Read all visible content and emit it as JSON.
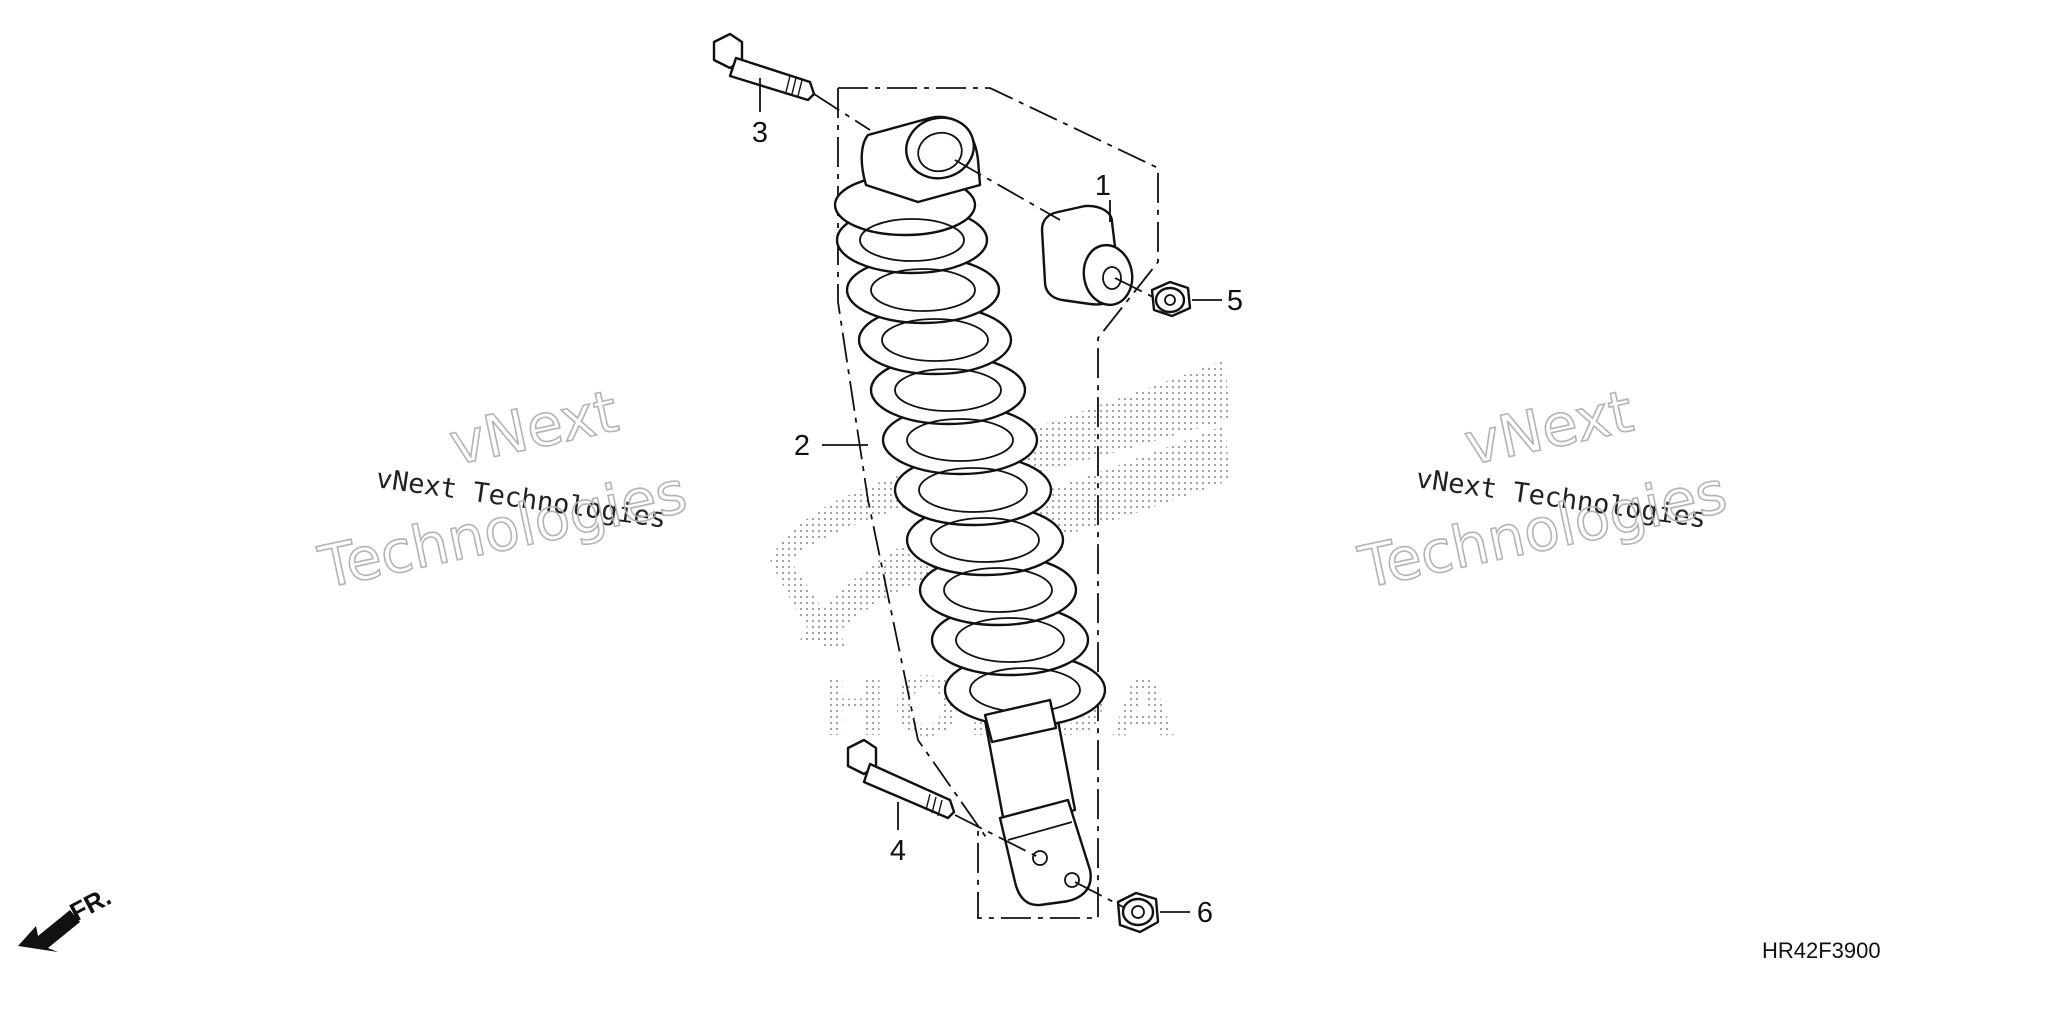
{
  "diagram": {
    "callouts": [
      {
        "id": "1",
        "label": "1"
      },
      {
        "id": "2",
        "label": "2"
      },
      {
        "id": "3",
        "label": "3"
      },
      {
        "id": "4",
        "label": "4"
      },
      {
        "id": "5",
        "label": "5"
      },
      {
        "id": "6",
        "label": "6"
      }
    ],
    "direction_label": "FR.",
    "diagram_code": "HR42F3900",
    "watermark": {
      "small_text": "vNext Technologies",
      "big_line1": "vNext",
      "big_line2": "Technologies"
    },
    "background_logo_text": "HONDA"
  }
}
